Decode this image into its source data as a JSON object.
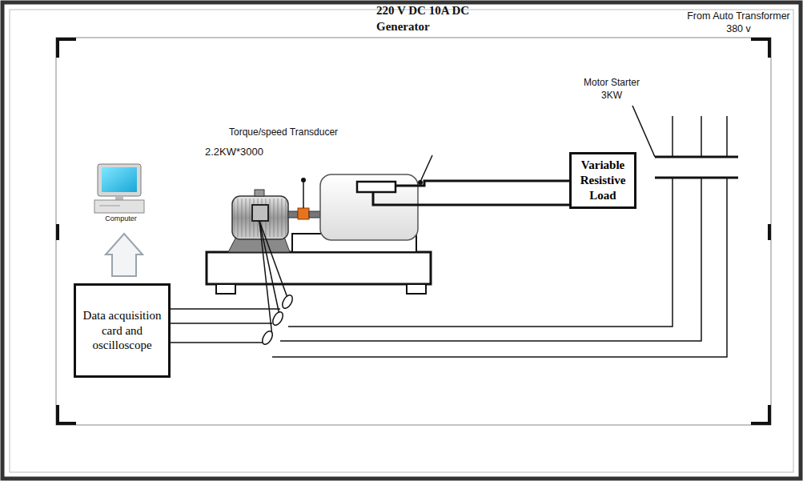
{
  "diagram": {
    "nodes": [
      {
        "text": [
          "Variable Resistive Load"
        ]
      },
      {
        "text": [
          "Data acquisition card and oscilloscope"
        ]
      }
    ],
    "labels": [
      "220 V DC 10A DC Generator",
      "Torque/speed Transducer",
      "2.2KW*3000",
      "Motor Starter 3KW",
      "From Auto Transformer 380 v",
      "Computer"
    ]
  }
}
